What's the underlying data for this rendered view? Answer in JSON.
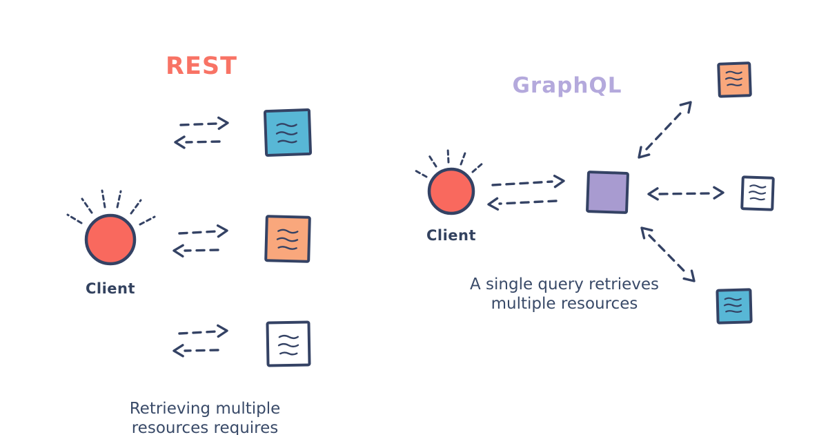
{
  "rest": {
    "title": "REST",
    "client_label": "Client",
    "caption": [
      "Retrieving multiple",
      "resources requires"
    ]
  },
  "graphql": {
    "title": "GraphQL",
    "client_label": "Client",
    "caption": [
      "A single query retrieves",
      "multiple resources"
    ]
  },
  "colors": {
    "background": "#ffffff",
    "outline_navy": "#344264",
    "rest_title": "#f87365",
    "graphql_title": "#b4a9dc",
    "client_fill": "#f9695e",
    "teal": "#58b7d6",
    "orange": "#f9a77c",
    "purple": "#a89bd0",
    "white": "#ffffff"
  }
}
